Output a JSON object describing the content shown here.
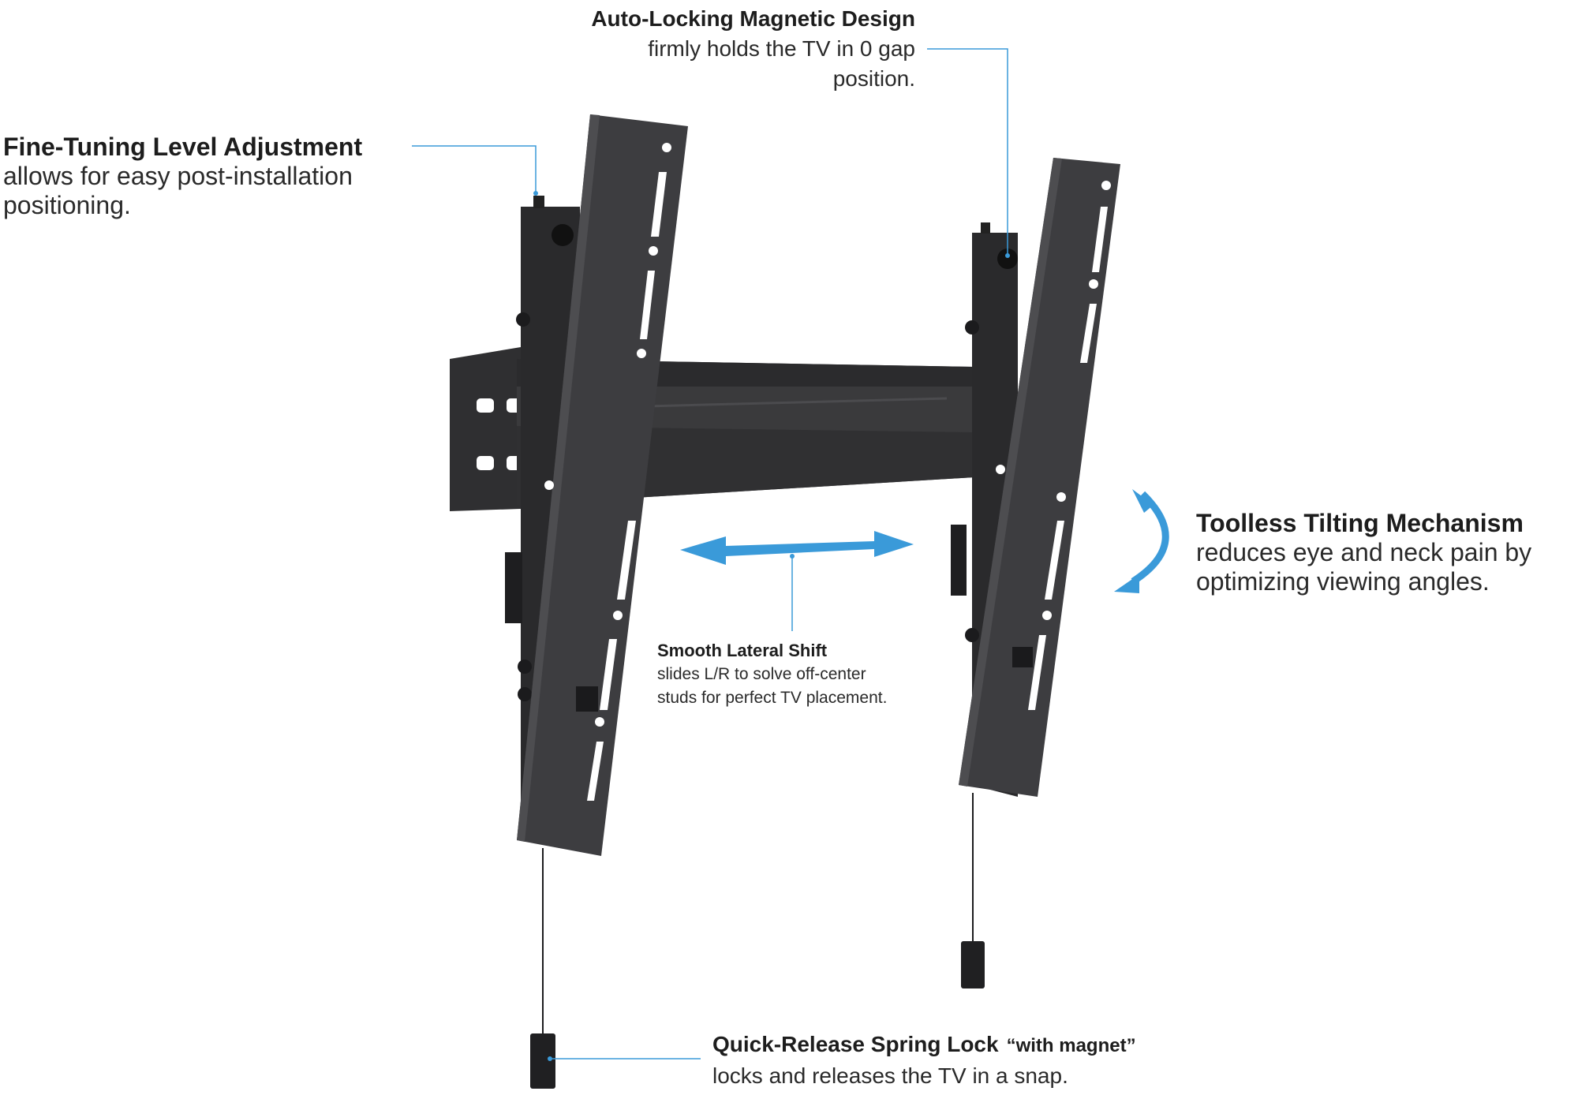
{
  "features": {
    "magnetic": {
      "title": "Auto-Locking Magnetic Design",
      "desc_line1": "firmly holds the TV in 0 gap",
      "desc_line2": "position."
    },
    "level": {
      "title": "Fine-Tuning Level Adjustment",
      "desc_line1": "allows for easy post-installation",
      "desc_line2": "positioning."
    },
    "tilt": {
      "title": "Toolless Tilting Mechanism",
      "desc_line1": "reduces eye and neck pain by",
      "desc_line2": "optimizing viewing angles."
    },
    "shift": {
      "title": "Smooth Lateral Shift",
      "desc_line1": "slides L/R to solve off-center",
      "desc_line2": "studs for perfect TV placement."
    },
    "spring": {
      "title": "Quick-Release Spring Lock",
      "note": "“with magnet”",
      "desc_line1": "locks and releases the TV in a  snap."
    }
  },
  "colors": {
    "accent": "#3a9ad9",
    "bracket": "#3b3b3d",
    "bracket_dark": "#262628",
    "bracket_light": "#4a4a4d"
  }
}
